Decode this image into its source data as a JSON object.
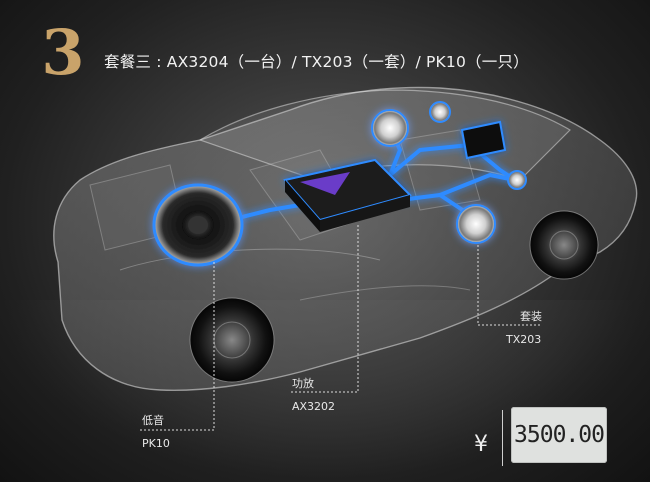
{
  "package": {
    "number": "3",
    "title": "套餐三 : AX3204（一台）/ TX203（一套）/ PK10（一只）"
  },
  "components": [
    {
      "name": "低音",
      "model": "PK10"
    },
    {
      "name": "功放",
      "model": "AX3202"
    },
    {
      "name": "套装",
      "model": "TX203"
    }
  ],
  "price": {
    "currency": "¥",
    "value": "3500.00"
  },
  "colors": {
    "accent_gold": "#c9a36a",
    "glow_blue": "#2f8bff",
    "amp_purple": "#6a3cc8"
  }
}
